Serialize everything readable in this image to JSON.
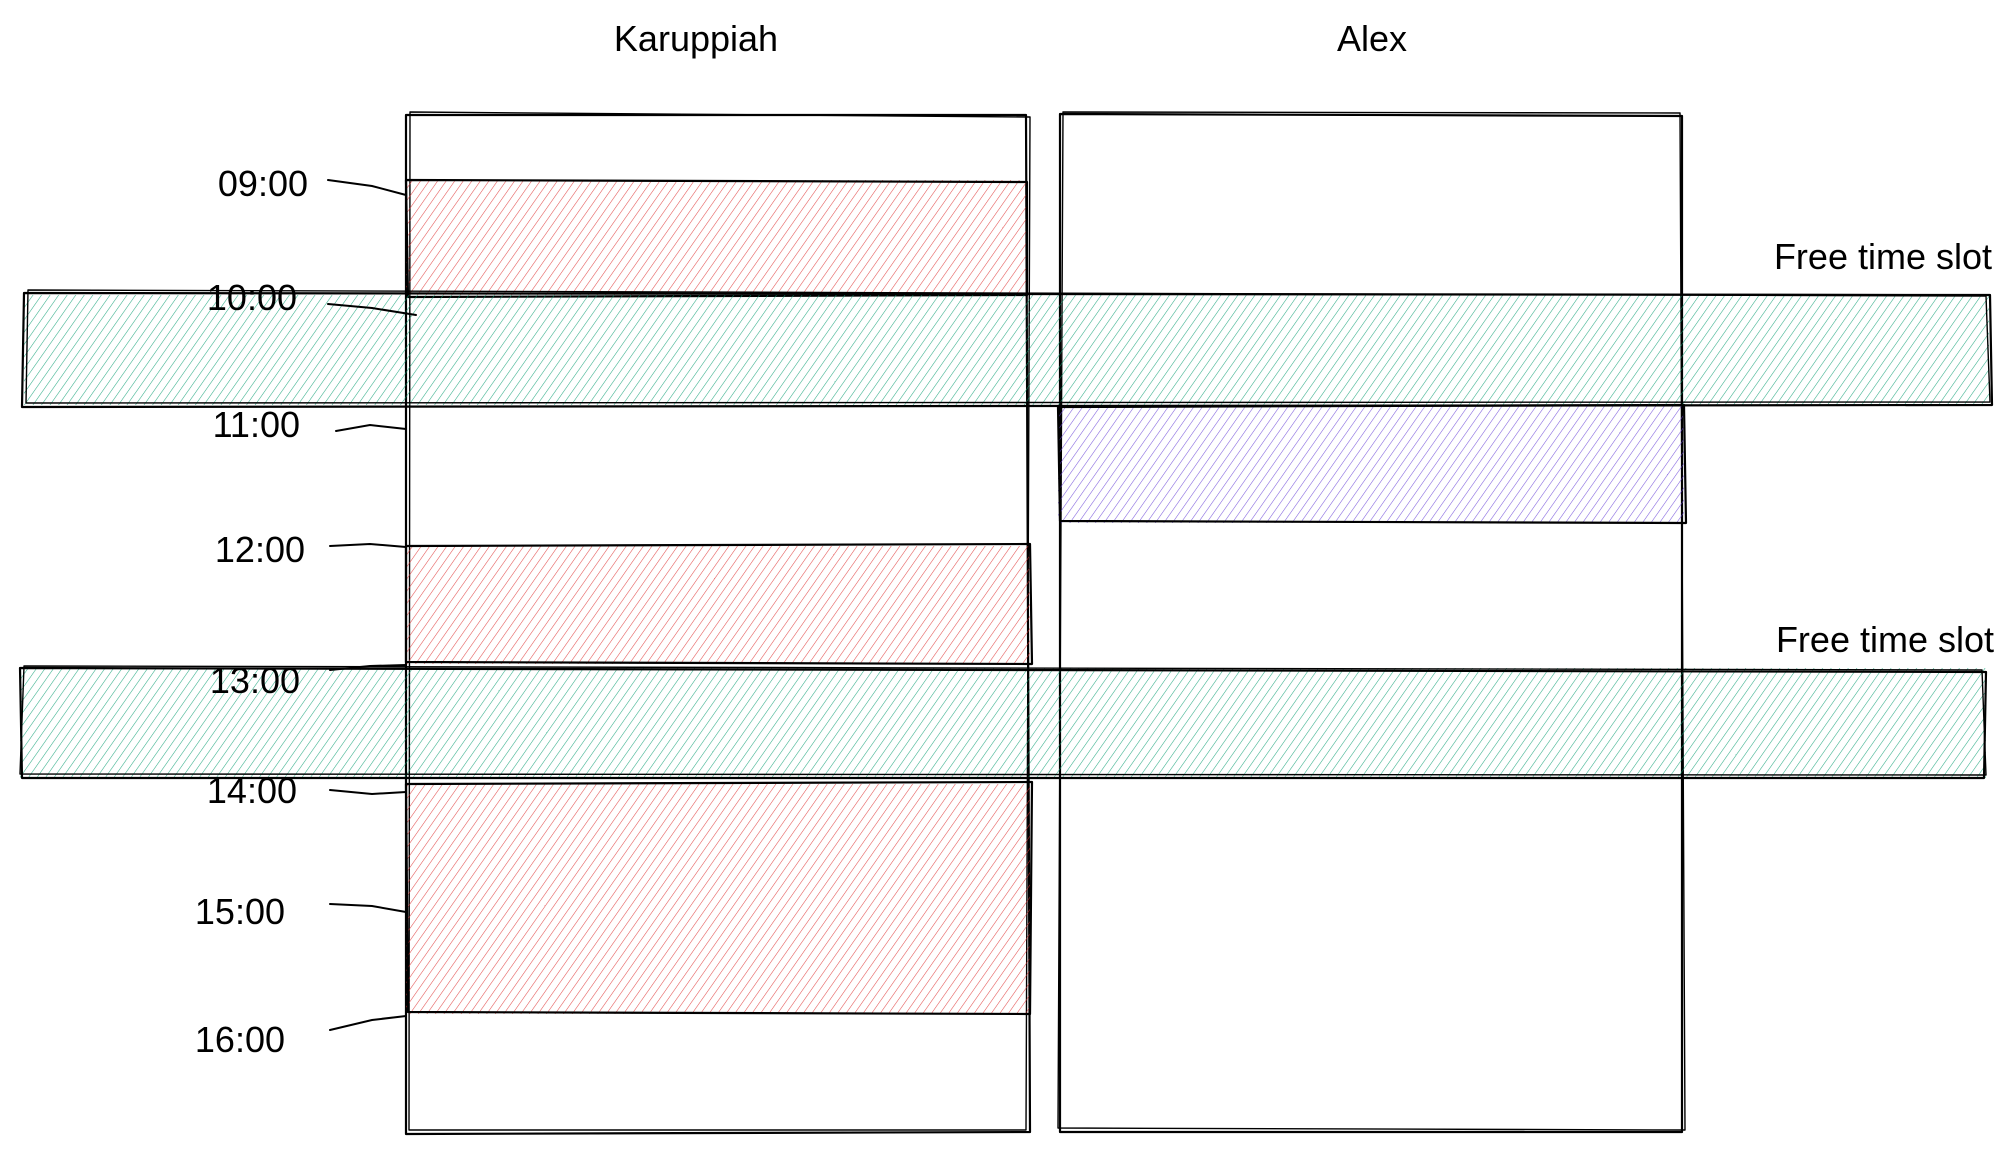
{
  "columns": [
    {
      "name": "Karuppiah"
    },
    {
      "name": "Alex"
    }
  ],
  "times": [
    "09:00",
    "10:00",
    "11:00",
    "12:00",
    "13:00",
    "14:00",
    "15:00",
    "16:00"
  ],
  "busy_blocks": [
    {
      "person": "Karuppiah",
      "start": "09:00",
      "end": "10:00"
    },
    {
      "person": "Karuppiah",
      "start": "12:00",
      "end": "13:00"
    },
    {
      "person": "Karuppiah",
      "start": "14:00",
      "end": "16:00"
    },
    {
      "person": "Alex",
      "start": "11:00",
      "end": "12:00"
    }
  ],
  "free_slots": [
    {
      "label": "Free time slot",
      "start": "10:00",
      "end": "11:00"
    },
    {
      "label": "Free time slot",
      "start": "13:00",
      "end": "14:00"
    }
  ],
  "colors": {
    "karuppiah_busy": "#e03131",
    "alex_busy": "#6741d9",
    "free_slot": "#0c9f73",
    "outline": "#000000"
  }
}
